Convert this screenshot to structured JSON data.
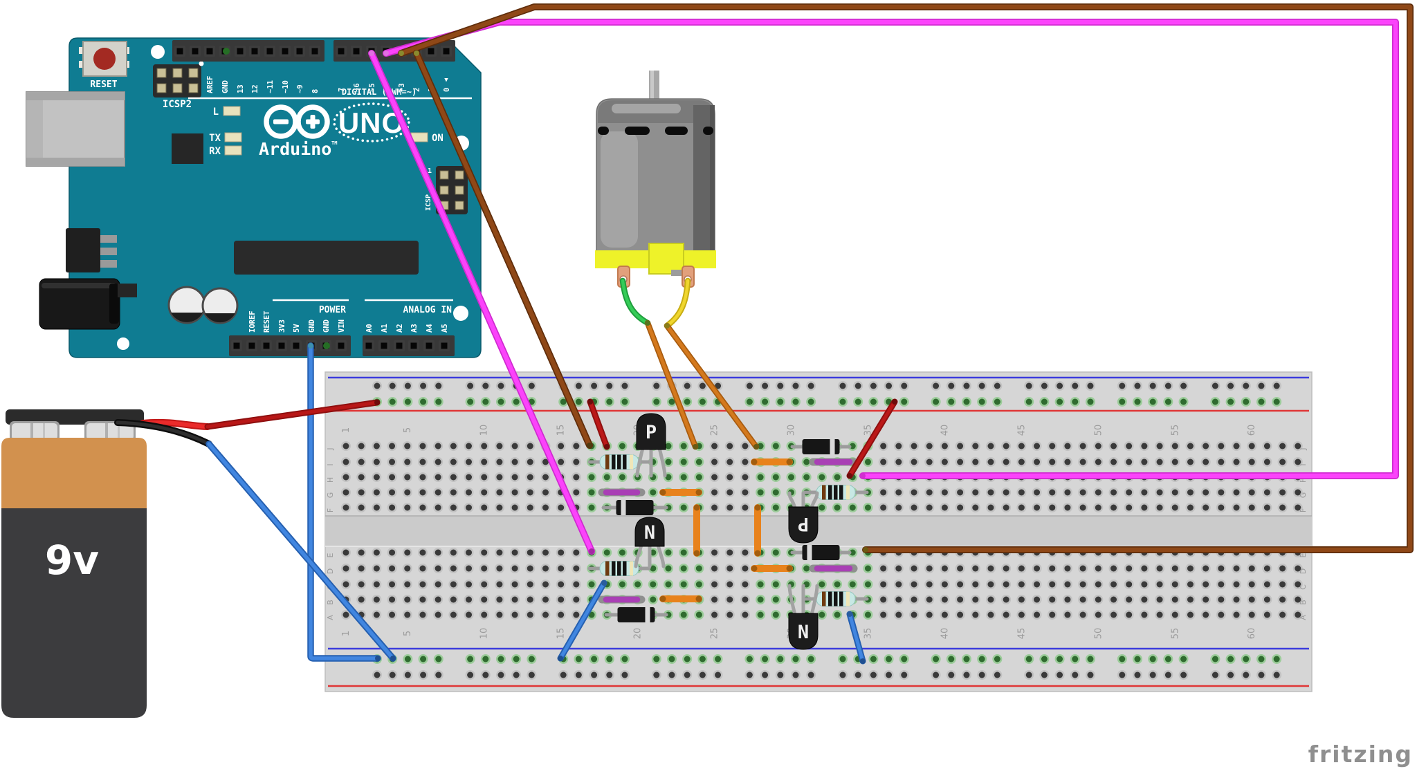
{
  "arduino": {
    "reset_label": "RESET",
    "icsp2_label": "ICSP2",
    "icsp_label": "ICSP",
    "icsp_pin1": "1",
    "digital_caption": "DIGITAL (PWM=~)",
    "led_l": "L",
    "led_tx": "TX",
    "led_rx": "RX",
    "led_on": "ON",
    "brand": "Arduino",
    "brand_tm": "TM",
    "model": "UNO",
    "power_caption": "POWER",
    "analog_caption": "ANALOG IN",
    "digital_pins_left": [
      "AREF",
      "GND",
      "13",
      "12",
      "~11",
      "~10",
      "~9",
      "8"
    ],
    "digital_pins_right": [
      "7",
      "~6",
      "~5",
      "4",
      "~3",
      "2",
      "1",
      "0"
    ],
    "tx_mark": "▲",
    "rx_mark": "▼",
    "power_pins": [
      "IOREF",
      "RESET",
      "3V3",
      "5V",
      "GND",
      "GND",
      "VIN"
    ],
    "analog_pins": [
      "A0",
      "A1",
      "A2",
      "A3",
      "A4",
      "A5"
    ]
  },
  "battery": {
    "label": "9v"
  },
  "breadboard": {
    "rows_top": [
      "J",
      "I",
      "H",
      "G",
      "F"
    ],
    "rows_bottom": [
      "E",
      "D",
      "C",
      "B",
      "A"
    ],
    "cols": [
      "1",
      "5",
      "10",
      "15",
      "20",
      "25",
      "30",
      "35",
      "40",
      "45",
      "50",
      "55",
      "60"
    ]
  },
  "transistors": {
    "q1": "P",
    "q2": "N",
    "q3": "P",
    "q4": "N"
  },
  "watermark": {
    "text": "fritzing"
  },
  "colors": {
    "board_teal": "#0f7c92",
    "breadboard_gray": "#d6d6d6",
    "rail_blue": "#3c3cdd",
    "rail_red": "#e03636",
    "wire_magenta": "#fb43fb",
    "wire_brown": "#8f4817",
    "wire_orange": "#e8821c",
    "wire_blue": "#4186e0",
    "wire_red_bright": "#ea2b2b",
    "wire_red_dark": "#b81717",
    "wire_green": "#35cc58",
    "wire_yellow": "#f0d62e",
    "wire_purple": "#a93fb5",
    "battery_orange": "#d2914e",
    "motor_yellow": "#eef229",
    "hole_green": "#2f6b2f"
  }
}
